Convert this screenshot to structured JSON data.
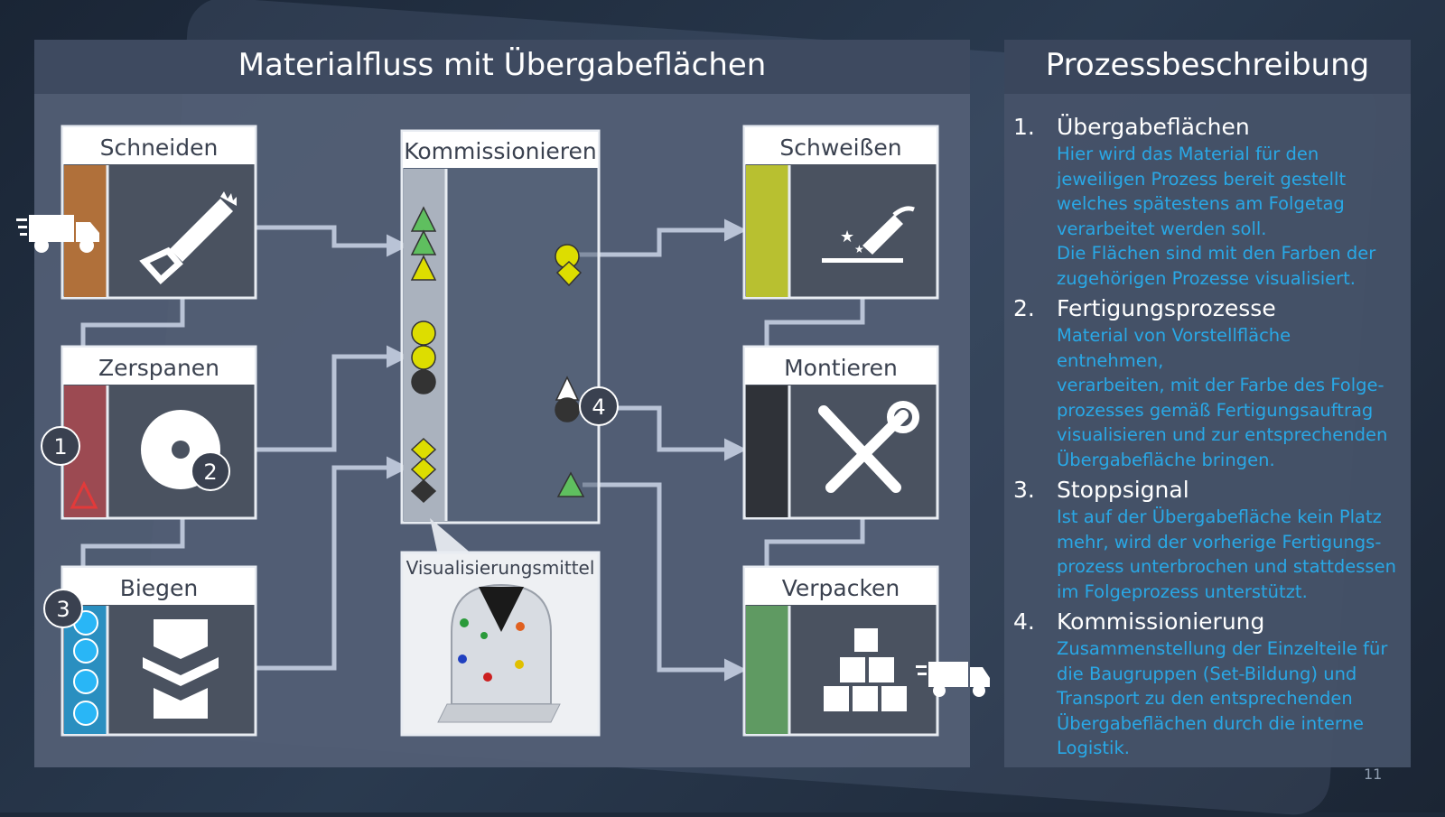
{
  "slide": {
    "left_title": "Materialfluss mit Übergabeflächen",
    "right_title": "Prozessbeschreibung",
    "page_number": "11"
  },
  "processes": {
    "schneiden": "Schneiden",
    "zerspanen": "Zerspanen",
    "biegen": "Biegen",
    "kommissionieren": "Kommissionieren",
    "schweissen": "Schweißen",
    "montieren": "Montieren",
    "verpacken": "Verpacken",
    "visualisierungsmittel": "Visualisierungsmittel"
  },
  "markers": [
    "1",
    "2",
    "3",
    "4"
  ],
  "colors": {
    "schneiden": "#b0703a",
    "zerspanen": "#9c4a52",
    "biegen": "#2a8fc0",
    "schweissen": "#b8c030",
    "montieren": "#2f3238",
    "verpacken": "#5f9a62",
    "accent_text": "#29a8e6"
  },
  "steps": [
    {
      "number": "1.",
      "title": "Übergabeflächen",
      "text": "Hier wird das Material für den\njeweiligen Prozess bereit gestellt\nwelches spätestens am Folgetag\nverarbeitet werden soll.\nDie Flächen sind mit den Farben der\nzugehörigen Prozesse visualisiert."
    },
    {
      "number": "2.",
      "title": "Fertigungsprozesse",
      "text": "Material von Vorstellfläche entnehmen,\nverarbeiten, mit der Farbe des Folge-\nprozesses gemäß Fertigungsauftrag\nvisualisieren und zur entsprechenden\nÜbergabefläche bringen."
    },
    {
      "number": "3.",
      "title": "Stoppsignal",
      "text": "Ist auf der Übergabefläche kein Platz\nmehr, wird der vorherige Fertigungs-\nprozess unterbrochen und stattdessen\nim Folgeprozess unterstützt."
    },
    {
      "number": "4.",
      "title": "Kommissionierung",
      "text": "Zusammenstellung der Einzelteile für\ndie Baugruppen (Set-Bildung) und\nTransport zu den entsprechenden\nÜbergabeflächen durch die interne\nLogistik."
    }
  ],
  "icons": [
    "truck-icon",
    "saw-icon",
    "circular-saw-icon",
    "bending-icon",
    "welding-icon",
    "tools-icon",
    "boxes-icon",
    "truck-icon"
  ]
}
